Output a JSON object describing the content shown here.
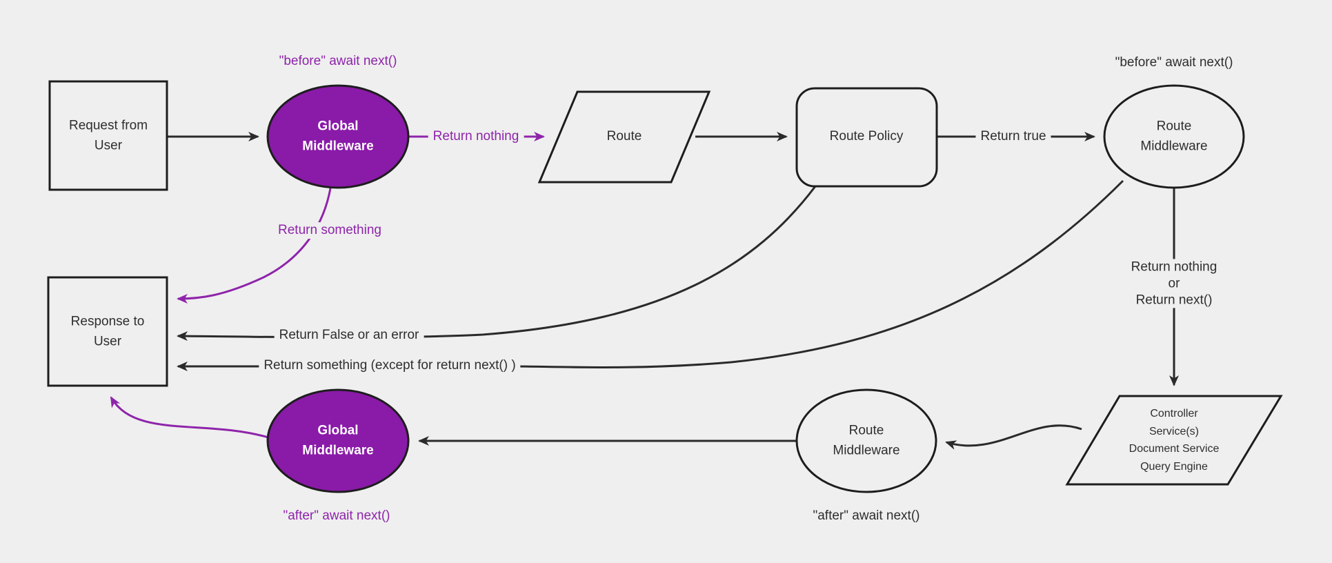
{
  "diagram": {
    "title_hint": "request lifecycle middleware flowchart",
    "colors": {
      "background": "#efefef",
      "node_stroke": "#1d1d1d",
      "purple_fill": "#8a1aa8",
      "purple_accent": "#8e24aa",
      "text": "#2e2e2e"
    },
    "nodes": {
      "request": {
        "label": "Request from\nUser",
        "shape": "rectangle"
      },
      "global_middleware_top": {
        "label": "Global\nMiddleware",
        "shape": "ellipse"
      },
      "route": {
        "label": "Route",
        "shape": "parallelogram"
      },
      "route_policy": {
        "label": "Route Policy",
        "shape": "rounded-rectangle"
      },
      "route_middleware_top": {
        "label": "Route\nMiddleware",
        "shape": "ellipse"
      },
      "controller": {
        "label": "Controller\nService(s)\nDocument Service\nQuery Engine",
        "shape": "parallelogram"
      },
      "route_middleware_bottom": {
        "label": "Route\nMiddleware",
        "shape": "ellipse"
      },
      "global_middleware_bottom": {
        "label": "Global\nMiddleware",
        "shape": "ellipse"
      },
      "response": {
        "label": "Response to\nUser",
        "shape": "rectangle"
      }
    },
    "edge_labels": {
      "before_await_next_left": {
        "text": "\"before\" await next()",
        "color": "purple"
      },
      "return_nothing": {
        "text": "Return nothing",
        "color": "purple"
      },
      "return_true": {
        "text": "Return true",
        "color": "black"
      },
      "before_await_next_right": {
        "text": "\"before\" await next()",
        "color": "black"
      },
      "return_nothing_or_next": {
        "text": "Return nothing\nor\nReturn next()",
        "color": "black"
      },
      "return_something": {
        "text": "Return something",
        "color": "purple"
      },
      "return_false_or_error": {
        "text": "Return False or an error",
        "color": "black"
      },
      "return_something_except": {
        "text": "Return something (except for return next() )",
        "color": "black"
      },
      "after_await_next_middle": {
        "text": "\"after\" await next()",
        "color": "black"
      },
      "after_await_next_left": {
        "text": "\"after\" await next()",
        "color": "purple"
      }
    }
  }
}
